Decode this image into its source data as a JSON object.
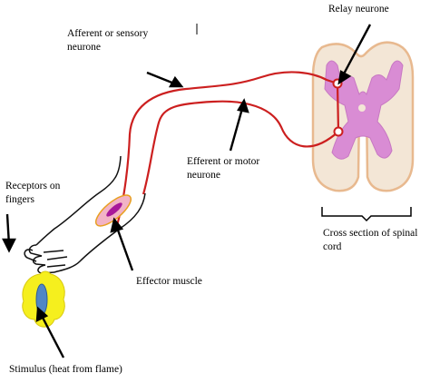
{
  "labels": {
    "afferent_line1": "Afferent or sensory",
    "afferent_line2": "neurone",
    "relay": "Relay neurone",
    "efferent_line1": "Efferent or motor",
    "efferent_line2": "neurone",
    "receptors_line1": "Receptors on",
    "receptors_line2": "fingers",
    "effector": "Effector muscle",
    "cross_line1": "Cross section of spinal",
    "cross_line2": "cord",
    "stimulus": "Stimulus (heat from flame)"
  },
  "colors": {
    "neurone": "#cc1f1f",
    "cord_fill": "#f3e6d6",
    "cord_outline": "#e8b98f",
    "grey_matter": "#d98cd4",
    "flame": "#f5ef1e",
    "flame_core": "#4f86c6",
    "muscle": "#f2b3c6"
  }
}
